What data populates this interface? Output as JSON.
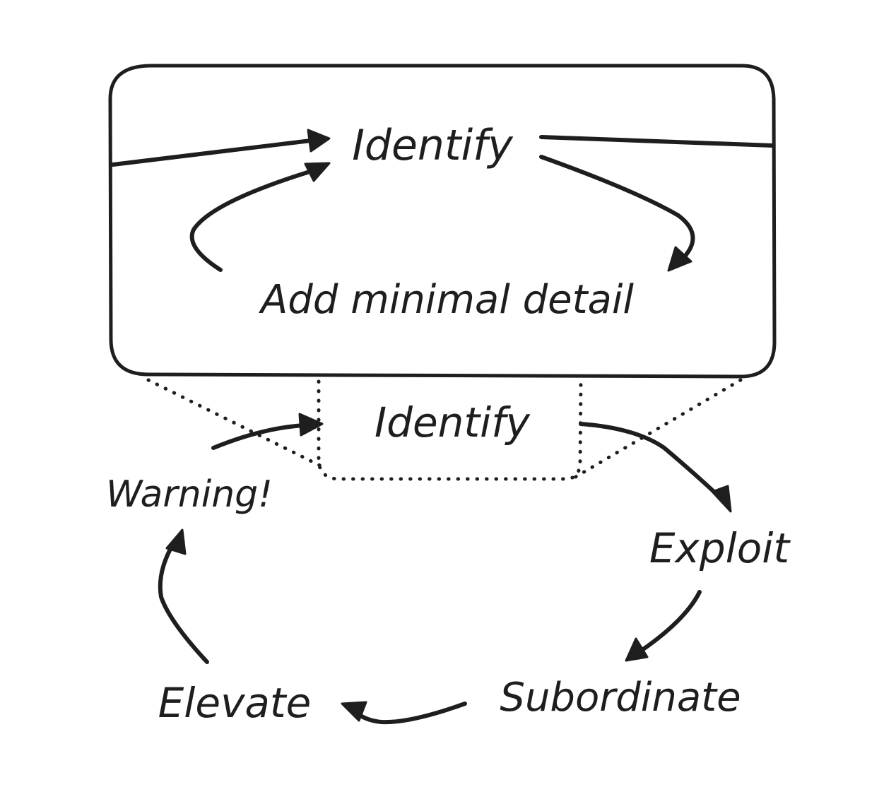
{
  "colors": {
    "ink": "#1e1e1e",
    "background": "#ffffff"
  },
  "nodes": {
    "identify_top": "Identify",
    "add_detail": "Add minimal detail",
    "identify_inner": "Identify",
    "warning": "Warning!",
    "exploit": "Exploit",
    "subordinate": "Subordinate",
    "elevate": "Elevate"
  }
}
